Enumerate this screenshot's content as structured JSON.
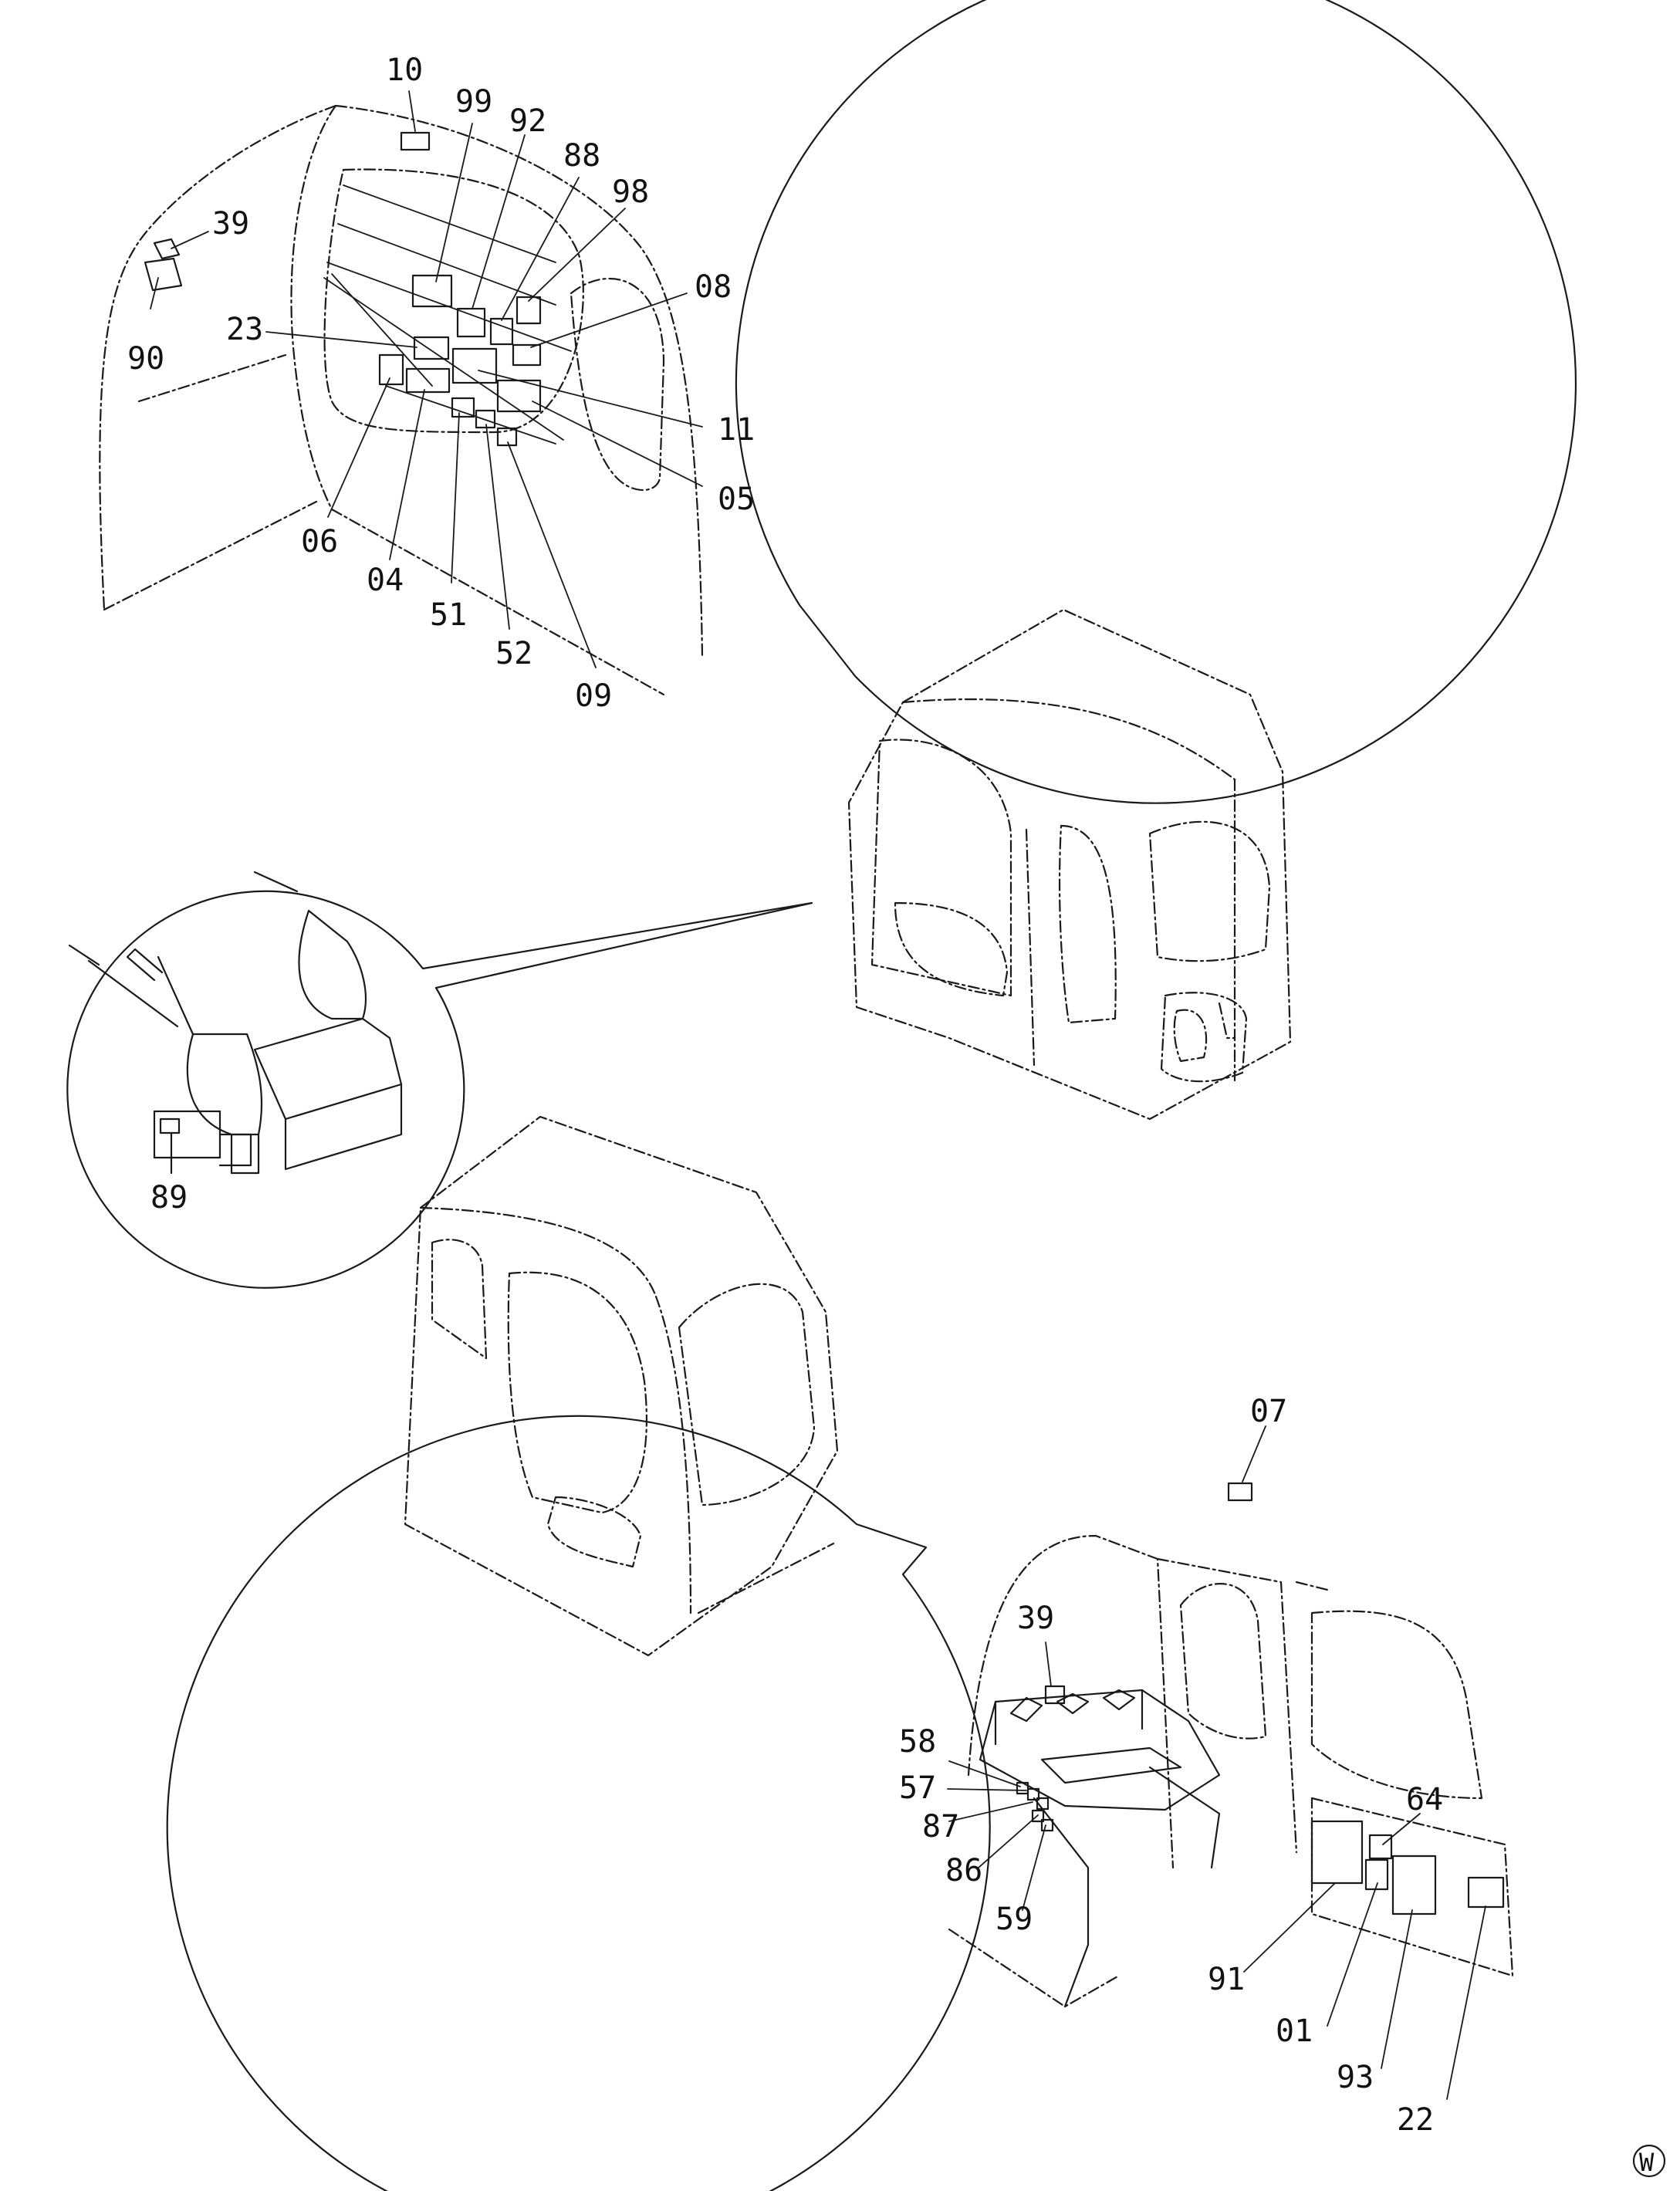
{
  "diagram": {
    "callouts": {
      "top": [
        "10",
        "99",
        "92",
        "88",
        "98",
        "08",
        "39",
        "90",
        "23",
        "11",
        "05",
        "06",
        "04",
        "51",
        "52",
        "09"
      ],
      "left": [
        "89"
      ],
      "bottom": [
        "07",
        "39",
        "58",
        "57",
        "87",
        "86",
        "59",
        "64",
        "91",
        "01",
        "93",
        "22"
      ]
    },
    "corner_mark": "W"
  }
}
